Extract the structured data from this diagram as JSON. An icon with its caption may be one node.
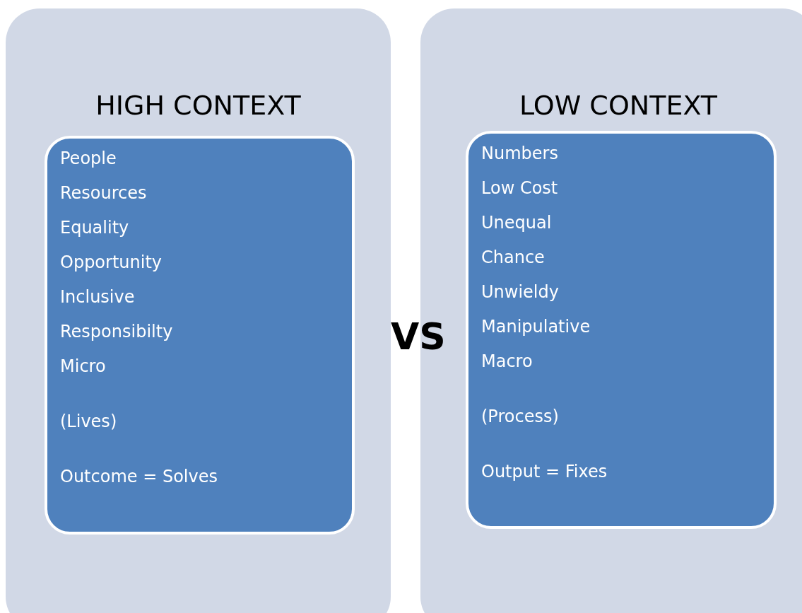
{
  "diagram": {
    "nodes": [
      {
        "text": [
          "HIGH CONTEXT"
        ]
      },
      {
        "text": [
          "People",
          "Resources",
          "Equality",
          "Opportunity",
          "Inclusive",
          "Responsibilty",
          "Micro",
          "(Lives)",
          "Outcome = Solves"
        ],
        "in": 0
      },
      {
        "text": [
          "LOW CONTEXT"
        ]
      },
      {
        "text": [
          "Numbers",
          "Low Cost",
          "Unequal",
          "Chance",
          "Unwieldy",
          "Manipulative",
          "Macro",
          "(Process)",
          "Output = Fixes"
        ],
        "in": 2
      }
    ],
    "labels": [
      "VS"
    ]
  }
}
